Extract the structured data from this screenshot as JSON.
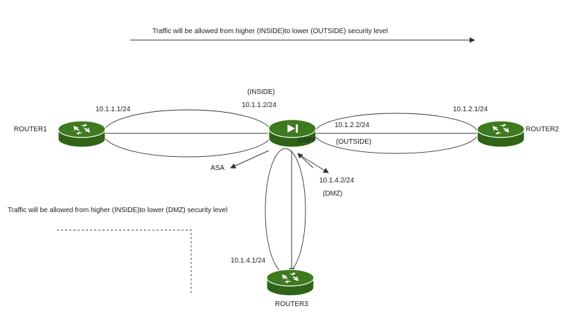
{
  "notes": {
    "top": "Traffic will be allowed from higher (INSIDE)to lower (OUTSIDE) security level",
    "left": "Traffic will be allowed from higher (INSIDE)to lower (DMZ) security level"
  },
  "devices": {
    "router1": "ROUTER1",
    "router2": "ROUTER2",
    "router3": "ROUTER3",
    "asa": "ASA",
    "ospf": "OSPF"
  },
  "addresses": {
    "r1": "10.1.1.1/24",
    "asa_inside": "10.1.1.2/24",
    "asa_outside": "10.1.2.2/24",
    "r2": "10.1.2.1/24",
    "asa_dmz": "10.1.4.2/24",
    "r3": "10.1.4.1/24"
  },
  "zones": {
    "inside": "(INSIDE)",
    "outside": "(OUTSIDE)",
    "dmz": "(DMZ)"
  },
  "colors": {
    "router_green": "#3e7a1f",
    "router_side": "#2f6416",
    "line": "#333333"
  }
}
